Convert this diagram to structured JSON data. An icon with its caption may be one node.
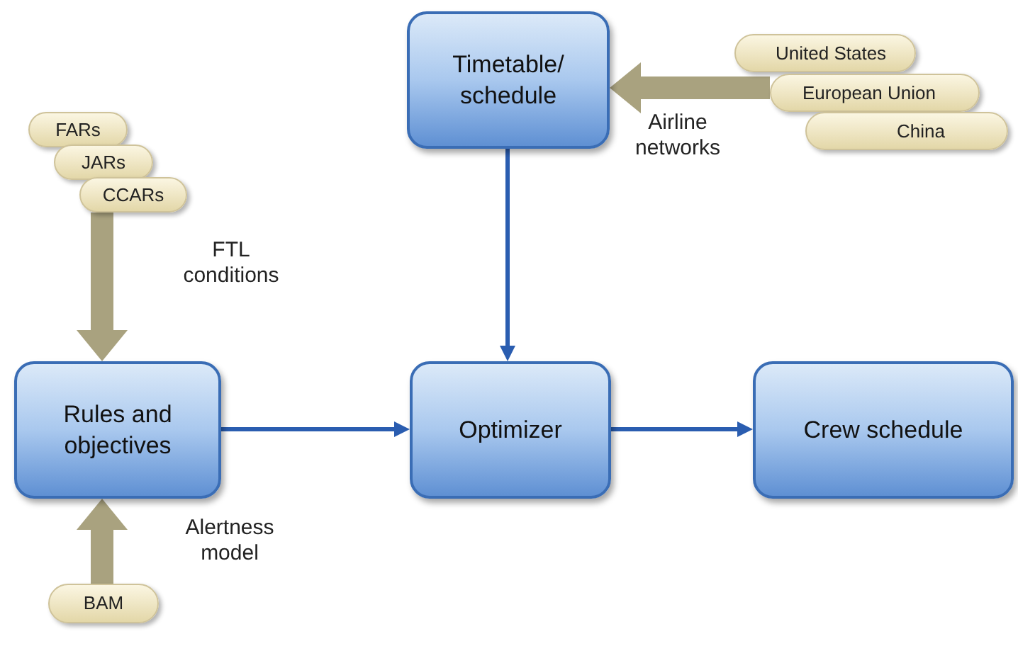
{
  "diagram": {
    "nodes": [
      {
        "text": [
          "Timetable/ schedule"
        ]
      },
      {
        "text": [
          "United States"
        ]
      },
      {
        "text": [
          "European Union"
        ]
      },
      {
        "text": [
          "China"
        ]
      },
      {
        "text": [
          "FARs"
        ]
      },
      {
        "text": [
          "JARs"
        ]
      },
      {
        "text": [
          "CCARs"
        ]
      },
      {
        "text": [
          "Rules and objectives"
        ]
      },
      {
        "text": [
          "Optimizer"
        ]
      },
      {
        "text": [
          "Crew schedule"
        ]
      },
      {
        "text": [
          "BAM"
        ]
      }
    ],
    "edges": [
      {
        "from": 2,
        "to": 0,
        "arrow": "to",
        "label": "Airline networks",
        "style": "thick",
        "color": "#a9a27f"
      },
      {
        "from": 6,
        "to": 7,
        "arrow": "to",
        "label": "FTL conditions",
        "style": "thick",
        "color": "#a9a27f"
      },
      {
        "from": 10,
        "to": 7,
        "arrow": "to",
        "label": "Alertness model",
        "style": "thick",
        "color": "#a9a27f"
      },
      {
        "from": 0,
        "to": 8,
        "arrow": "to",
        "color": "#2a5db0"
      },
      {
        "from": 7,
        "to": 8,
        "arrow": "to",
        "color": "#2a5db0"
      },
      {
        "from": 8,
        "to": 9,
        "arrow": "to",
        "color": "#2a5db0"
      }
    ]
  }
}
